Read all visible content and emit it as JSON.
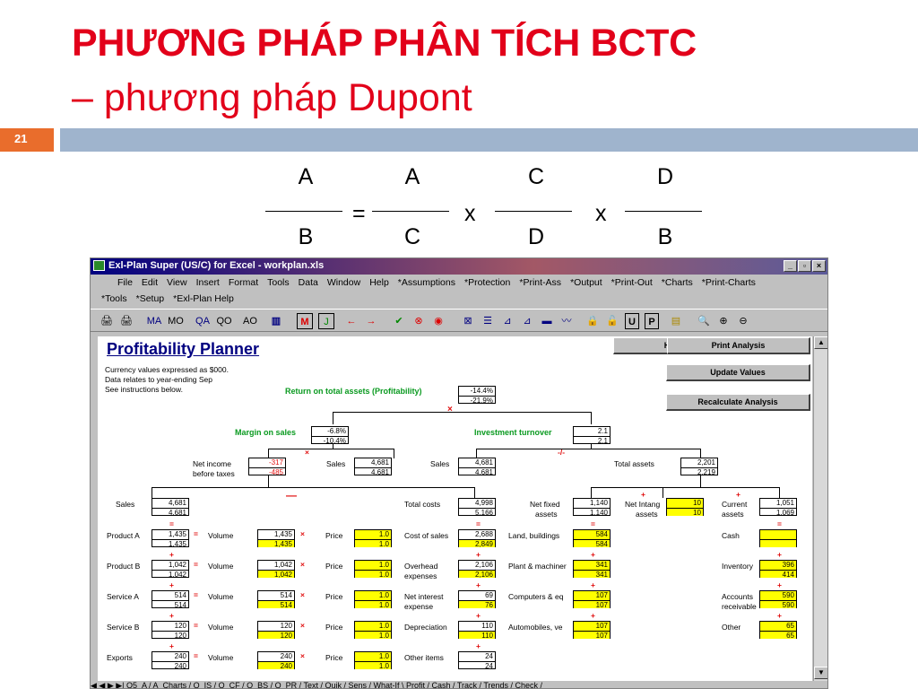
{
  "slide": {
    "title": "PHƯƠNG PHÁP PHÂN TÍCH BCTC",
    "subtitle": "– phương pháp Dupont",
    "number": "21"
  },
  "formula": {
    "a1": "A",
    "a2": "A",
    "a3": "C",
    "a4": "D",
    "b1": "B",
    "b2": "C",
    "b3": "D",
    "b4": "B",
    "eq": "=",
    "x1": "x",
    "x2": "x"
  },
  "window": {
    "title": "Exl-Plan Super (US/C) for Excel - workplan.xls",
    "menu1": [
      "File",
      "Edit",
      "View",
      "Insert",
      "Format",
      "Tools",
      "Data",
      "Window",
      "Help",
      "*Assumptions",
      "*Protection",
      "*Print-Ass",
      "*Output",
      "*Print-Out",
      "*Charts",
      "*Print-Charts"
    ],
    "menu2": [
      "*Tools",
      "*Setup",
      "*Exl-Plan Help"
    ],
    "toolbar": [
      "MA",
      "MO",
      "QA",
      "QO",
      "AO"
    ],
    "tabs": "◀ ◀ ▶ ▶| Q5_A / A_Charts / Q_IS / Q_CF / Q_BS / Q_PR / Text / Quik / Sens / What-If \\ Profit / Cash / Track / Trends / Check /"
  },
  "sheet": {
    "title": "Profitability Planner",
    "notes": [
      "Currency values expressed as $000.",
      "Data relates to year-ending Sep",
      "See instructions below."
    ],
    "help": "Help",
    "print": "Print Analysis",
    "update": "Update Values",
    "recalc": "Recalculate Analysis",
    "roa": "Return on total assets (Profitability)",
    "roa_v": [
      "-14.4%",
      "-21.9%"
    ],
    "margin": "Margin on sales",
    "margin_v": [
      "-6.8%",
      "-10.4%"
    ],
    "turnover": "Investment turnover",
    "turnover_v": [
      "2.1",
      "2.1"
    ],
    "netincome": "Net income",
    "beforetax": "before taxes",
    "ni_v": [
      "-317",
      "-485"
    ],
    "sales": "Sales",
    "sales_v": [
      "4,681",
      "4,681"
    ],
    "totalassets": "Total assets",
    "ta_v": [
      "2,201",
      "2,219"
    ],
    "totalcosts": "Total costs",
    "tc_v": [
      "4,998",
      "5,166"
    ],
    "netfixed": "Net fixed",
    "nf_assets": "assets",
    "nf_v": [
      "1,140",
      "1,140"
    ],
    "netintang": "Net Intang",
    "ni_assets": "assets",
    "nint_v": [
      "10",
      "10"
    ],
    "current": "Current",
    "cur_assets": "assets",
    "cur_v": [
      "1,051",
      "1,069"
    ],
    "ops": {
      "times": "×",
      "div": "-/-",
      "minus": "—",
      "plus": "+",
      "eq": "="
    },
    "rows": [
      {
        "name": "Product A",
        "vol": [
          "1,435",
          "1,435"
        ],
        "v": [
          "1,435",
          "1,435"
        ],
        "price": [
          "1.0",
          "1.0"
        ],
        "cost": "Cost of sales",
        "cost_v": [
          "2,688",
          "2,849"
        ],
        "fixed": "Land, buildings",
        "fixed_v": [
          "584",
          "584"
        ],
        "cur": "Cash",
        "cur_v": [
          "",
          ""
        ]
      },
      {
        "name": "Product B",
        "vol": [
          "1,042",
          "1,042"
        ],
        "v": [
          "1,042",
          "1,042"
        ],
        "price": [
          "1.0",
          "1.0"
        ],
        "cost": "Overhead",
        "cost2": "expenses",
        "cost_v": [
          "2,106",
          "2,106"
        ],
        "fixed": "Plant & machiner",
        "fixed_v": [
          "341",
          "341"
        ],
        "cur": "Inventory",
        "cur_v": [
          "396",
          "414"
        ]
      },
      {
        "name": "Service A",
        "vol": [
          "514",
          "514"
        ],
        "v": [
          "514",
          "514"
        ],
        "price": [
          "1.0",
          "1.0"
        ],
        "cost": "Net interest",
        "cost2": "expense",
        "cost_v": [
          "69",
          "76"
        ],
        "fixed": "Computers & eq",
        "fixed_v": [
          "107",
          "107"
        ],
        "cur": "Accounts",
        "cur2": "receivable",
        "cur_v": [
          "590",
          "590"
        ]
      },
      {
        "name": "Service B",
        "vol": [
          "120",
          "120"
        ],
        "v": [
          "120",
          "120"
        ],
        "price": [
          "1.0",
          "1.0"
        ],
        "cost": "Depreciation",
        "cost_v": [
          "110",
          "110"
        ],
        "fixed": "Automobiles, ve",
        "fixed_v": [
          "107",
          "107"
        ],
        "cur": "Other",
        "cur_v": [
          "65",
          "65"
        ]
      },
      {
        "name": "Exports",
        "vol": [
          "240",
          "240"
        ],
        "v": [
          "240",
          "240"
        ],
        "price": [
          "1.0",
          "1.0"
        ],
        "cost": "Other items",
        "cost_v": [
          "24",
          "24"
        ]
      }
    ],
    "volume": "Volume",
    "price": "Price"
  }
}
